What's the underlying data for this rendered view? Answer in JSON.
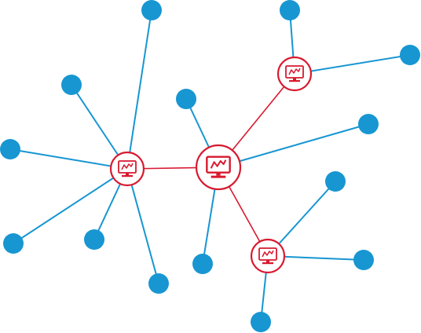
{
  "colors": {
    "hub": "#d8192f",
    "leaf": "#1796d2",
    "hub_fill": "#ffffff"
  },
  "icons": {
    "hub": "monitor-chart-icon",
    "leaf": "node-dot"
  },
  "network": {
    "hubs": [
      {
        "id": "central"
      },
      {
        "id": "left"
      },
      {
        "id": "top-right"
      },
      {
        "id": "bottom-right"
      }
    ],
    "hub_links": [
      [
        "central",
        "left"
      ],
      [
        "central",
        "top-right"
      ],
      [
        "central",
        "bottom-right"
      ]
    ],
    "leaves": [
      {
        "id": "central-1",
        "hub": "central"
      },
      {
        "id": "central-2",
        "hub": "central"
      },
      {
        "id": "central-3",
        "hub": "central"
      },
      {
        "id": "left-1",
        "hub": "left"
      },
      {
        "id": "left-2",
        "hub": "left"
      },
      {
        "id": "left-3",
        "hub": "left"
      },
      {
        "id": "left-4",
        "hub": "left"
      },
      {
        "id": "left-5",
        "hub": "left"
      },
      {
        "id": "left-6",
        "hub": "left"
      },
      {
        "id": "top-right-1",
        "hub": "top-right"
      },
      {
        "id": "top-right-2",
        "hub": "top-right"
      },
      {
        "id": "bottom-right-1",
        "hub": "bottom-right"
      },
      {
        "id": "bottom-right-2",
        "hub": "bottom-right"
      },
      {
        "id": "bottom-right-3",
        "hub": "bottom-right"
      }
    ]
  }
}
